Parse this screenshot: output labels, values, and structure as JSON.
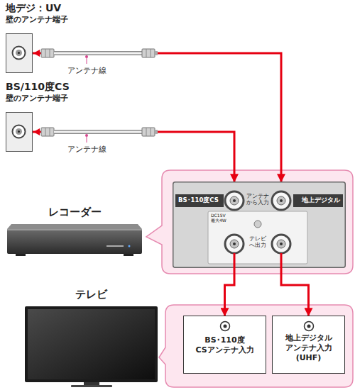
{
  "diagram": {
    "nodes": [
      {
        "text": [
          "地デジ：UV",
          "壁のアンテナ端子"
        ]
      },
      {
        "text": [
          "BS/110度CS",
          "壁のアンテナ端子"
        ]
      },
      {
        "text": [
          "アンテナから入力",
          "DC15V 最大4W",
          "テレビへ出力"
        ]
      },
      {
        "text": [
          "BS･110度CS"
        ],
        "in": 2
      },
      {
        "text": [
          "地上デジタル"
        ],
        "in": 2
      },
      {
        "text": [
          "BS･110度 CSアンテナ入力"
        ]
      },
      {
        "text": [
          "地上デジタル アンテナ入力 (UHF)"
        ]
      }
    ],
    "edges": [
      {
        "from": 0,
        "to": 4,
        "arrow": "to"
      },
      {
        "from": 1,
        "to": 3,
        "arrow": "to"
      },
      {
        "from": 2,
        "to": 5,
        "arrow": "to"
      },
      {
        "from": 2,
        "to": 6,
        "arrow": "to"
      }
    ],
    "labels": [
      "アンテナ線",
      "アンテナ線",
      "レコーダー",
      "テレビ"
    ]
  }
}
